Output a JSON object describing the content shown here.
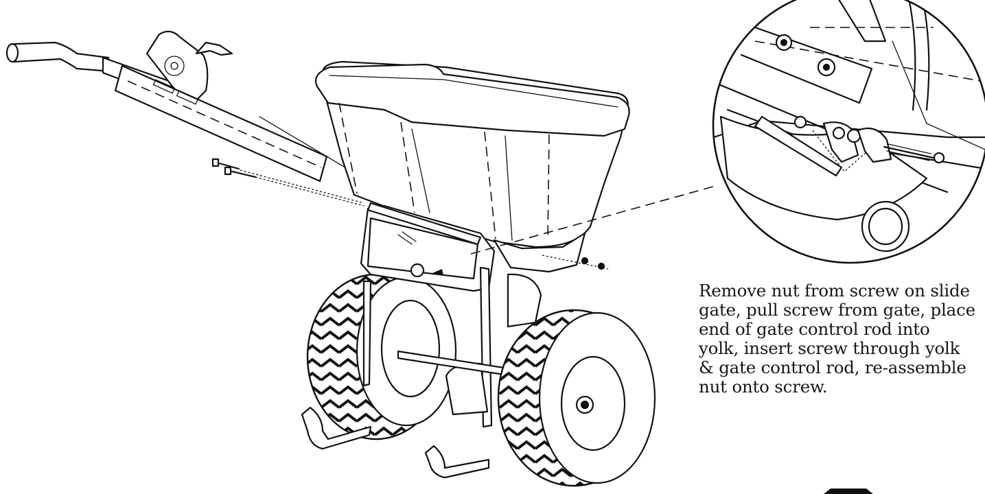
{
  "instruction": {
    "lines": [
      "Remove nut from screw on slide",
      "gate, pull screw from gate, place",
      "end of gate control rod into",
      "yolk, insert screw through yolk",
      "& gate control rod, re-assemble",
      "nut onto screw."
    ]
  },
  "figure": {
    "icons": [
      "spreader-drawing",
      "detail-magnifier",
      "handle-assembly",
      "gate-control-rod",
      "wheel-left",
      "wheel-right",
      "hopper",
      "screw",
      "nut"
    ]
  }
}
